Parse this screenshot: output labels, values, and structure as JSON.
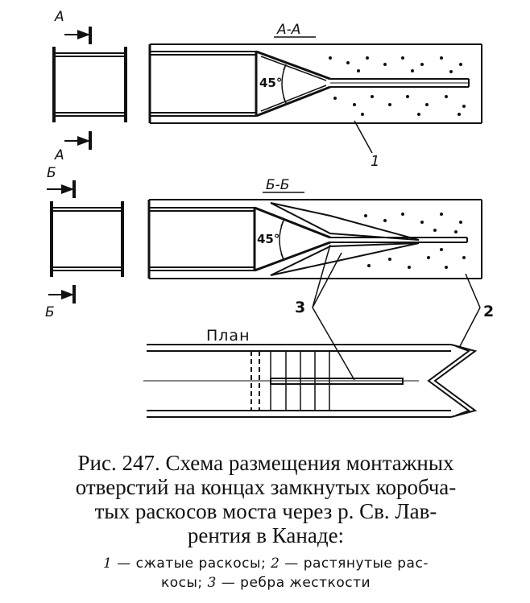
{
  "figure": {
    "section_aa_label": "А-А",
    "section_bb_label": "Б-Б",
    "plan_label": "План",
    "cut_marker_a": "А",
    "cut_marker_b": "Б",
    "angle_label": "45°",
    "callout_1": "1",
    "callout_2": "2",
    "callout_3": "3"
  },
  "caption": {
    "line1": "Рис. 247. Схема размещения монтажных",
    "line2": "отверстий на концах замкнутых коробча-",
    "line3": "тых раскосов моста через р. Св. Лав-",
    "line4": "рентия в Канаде:"
  },
  "legend": {
    "line1": "— сжатые раскосы;  — растянутые  рас-",
    "n1": "1",
    "t1": " — сжатые раскосы; ",
    "n2": "2",
    "t2": " — растянутые  рас-",
    "t3": "косы; ",
    "n3": "3",
    "t4": " — ребра  жесткости"
  }
}
